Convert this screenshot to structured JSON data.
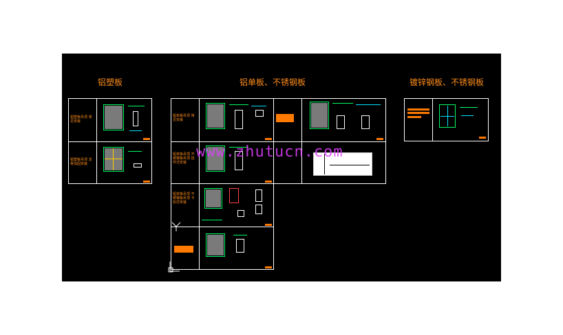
{
  "headers": {
    "alu_plastic": "铝塑板",
    "alu_single_stainless": "铝单板、不锈钢板",
    "galvanized_stainless": "镀锌钢板、不锈钢板"
  },
  "captions": {
    "a1": "铝塑板吊顶 常见安装",
    "a2": "铝塑板吊顶 龙骨加固安装",
    "b1": "铝单板吊顶 常见安装",
    "b2": "铝单板吊顶 不锈钢板吊顶 挂件式安装",
    "b3": "铝单板吊顶 不锈钢板吊顶 卡扣式安装"
  },
  "watermark": "www.zhutucn.com",
  "colors": {
    "canvas": "#000000",
    "heading": "#ff8c1a",
    "frame": "#ffffff",
    "accent_green": "#00ff66",
    "accent_cyan": "#00e5ff",
    "watermark": "#e040ff"
  },
  "icons": {
    "ucs": "ucs-axis-icon"
  }
}
